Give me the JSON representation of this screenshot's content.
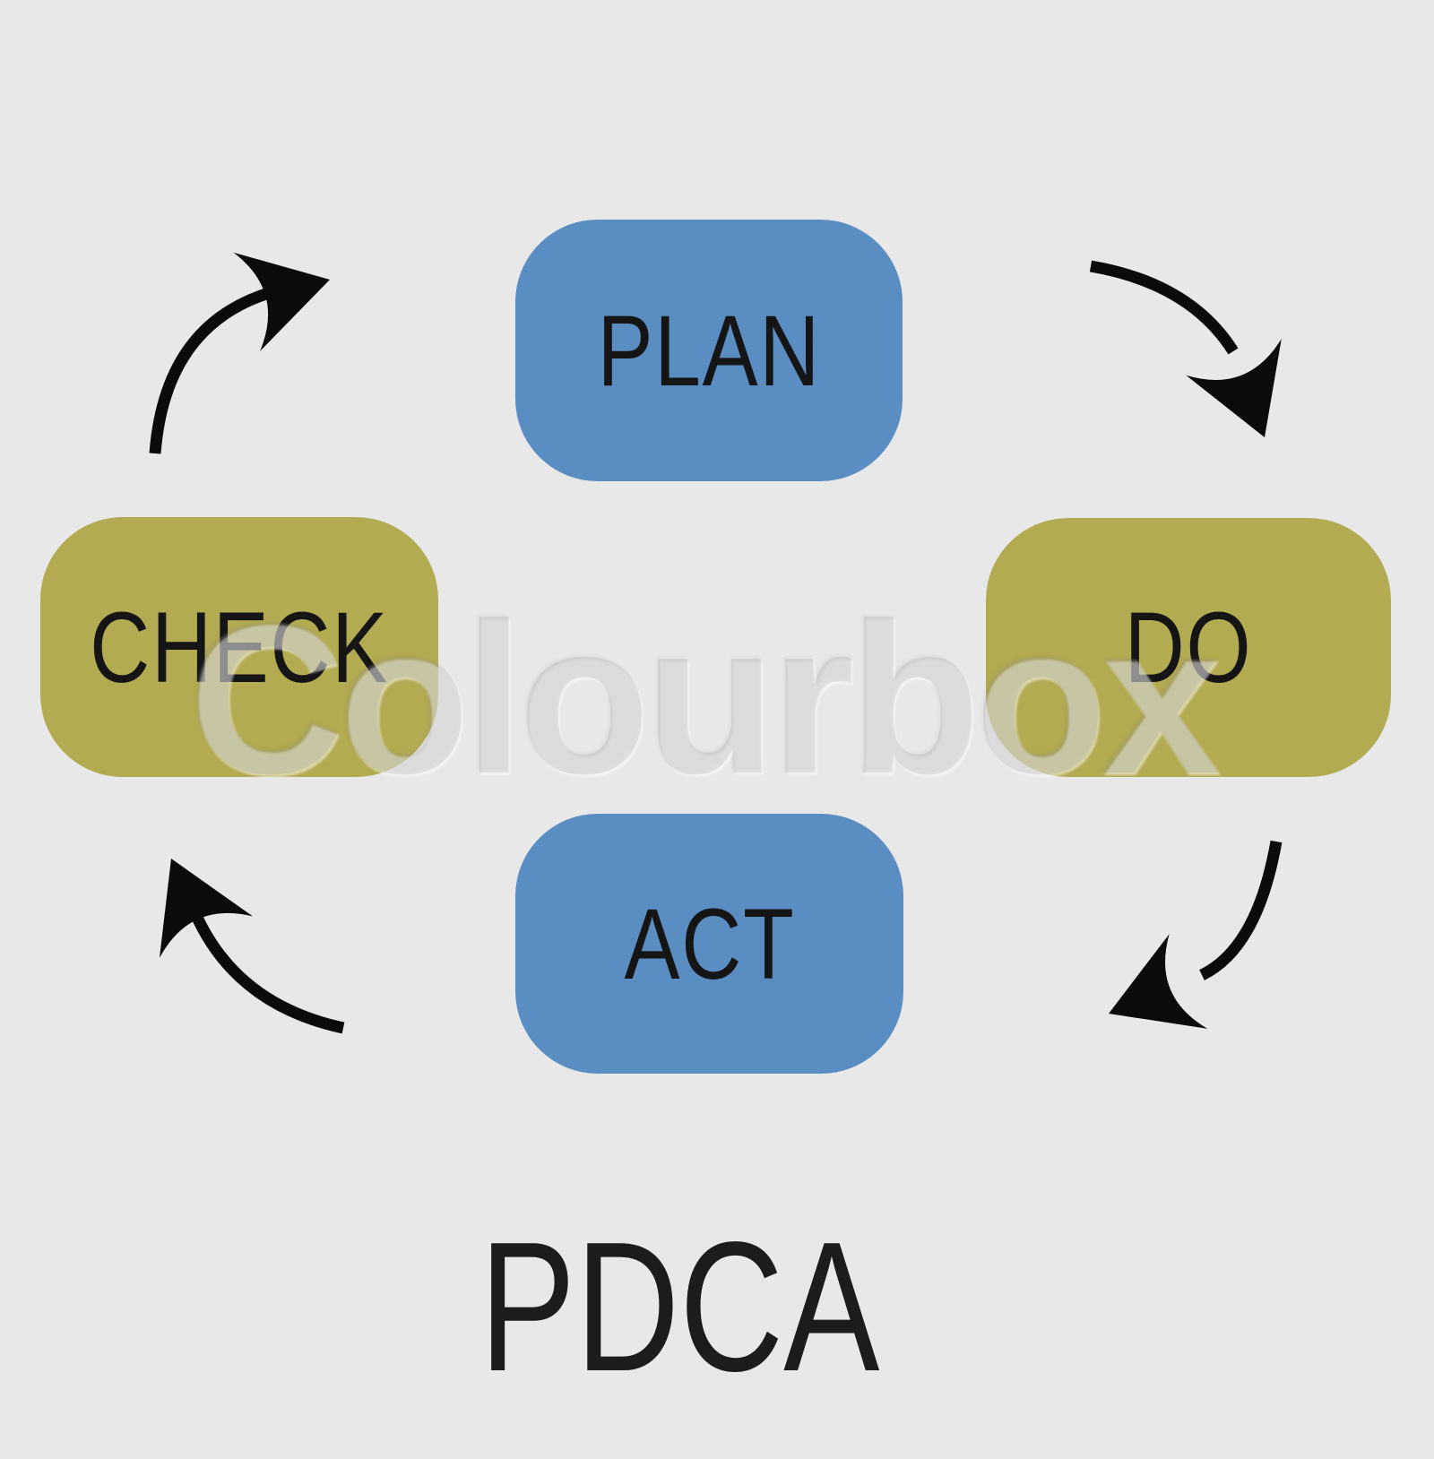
{
  "title": {
    "text": "PDCA"
  },
  "watermark": {
    "text": "Colourbox"
  },
  "nodes": {
    "plan": {
      "label": "PLAN",
      "color": "#5a8dc2",
      "position": "top"
    },
    "do": {
      "label": "DO",
      "color": "#b3ab52",
      "position": "right"
    },
    "check": {
      "label": "CHECK",
      "color": "#b3ab52",
      "position": "left"
    },
    "act": {
      "label": "ACT",
      "color": "#5a8dc2",
      "position": "bottom"
    }
  },
  "arrows": [
    {
      "from": "PLAN",
      "to": "DO",
      "position": "top-right",
      "direction": "clockwise"
    },
    {
      "from": "DO",
      "to": "ACT",
      "position": "bottom-right",
      "direction": "clockwise"
    },
    {
      "from": "ACT",
      "to": "CHECK",
      "position": "bottom-left",
      "direction": "clockwise"
    },
    {
      "from": "CHECK",
      "to": "PLAN",
      "position": "top-left",
      "direction": "clockwise"
    }
  ],
  "colors": {
    "background": "#e8e8e8",
    "blue_node": "#5a8dc2",
    "olive_node": "#b3ab52",
    "arrow": "#0b0b0b",
    "label_text": "#151515",
    "title_text": "#1c1c1c"
  }
}
